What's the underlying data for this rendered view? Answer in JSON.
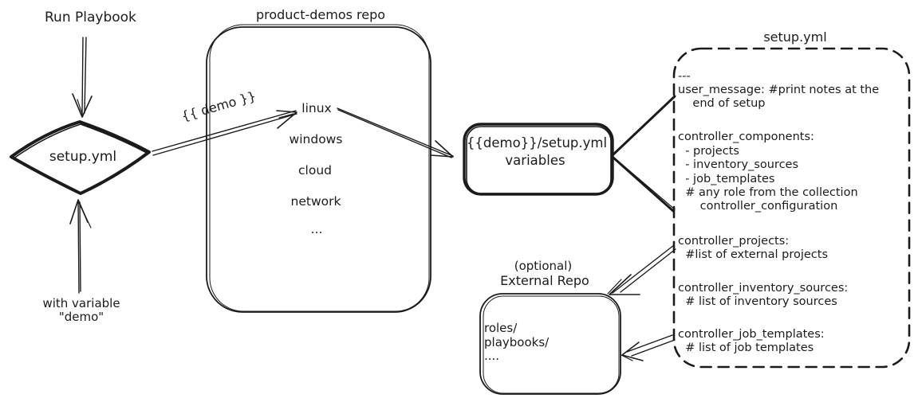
{
  "left_flow": {
    "run_playbook_label": "Run Playbook",
    "diamond_label": "setup.yml",
    "with_variable_line1": "with variable",
    "with_variable_line2": "\"demo\""
  },
  "repo_box": {
    "title": "product-demos repo",
    "items": [
      "linux",
      "windows",
      "cloud",
      "network",
      "..."
    ]
  },
  "demo_arrow_label": "{{ demo }}",
  "variables_box": {
    "line1": "{{demo}}/setup.yml",
    "line2": "variables"
  },
  "setup_yml_box": {
    "title": "setup.yml",
    "lines": [
      "---",
      "user_message: #print notes at the",
      "    end of setup",
      "controller_components:",
      "  - projects",
      "  - inventory_sources",
      "  - job_templates",
      "  # any role from the collection",
      "      controller_configuration",
      "controller_projects:",
      "  #list of external projects",
      "controller_inventory_sources:",
      "  # list of inventory sources",
      "controller_job_templates:",
      "  # list of job templates"
    ]
  },
  "external_repo_box": {
    "title_line1": "(optional)",
    "title_line2": "External Repo",
    "lines": [
      "roles/",
      "playbooks/",
      "...."
    ]
  },
  "colors": {
    "ink": "#1b1b1b",
    "background": "#ffffff"
  }
}
